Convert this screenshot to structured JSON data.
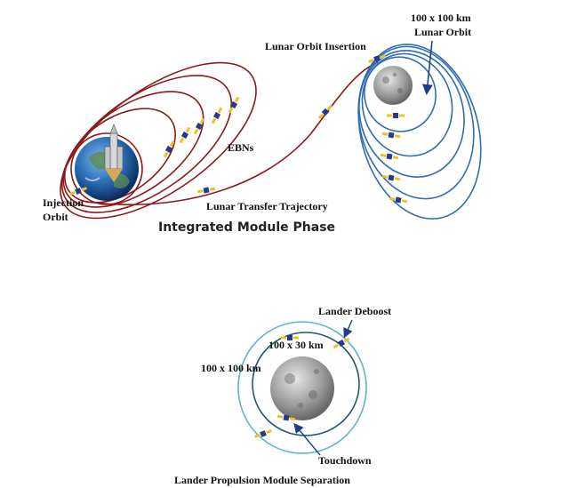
{
  "colors": {
    "earth_orbit": "#8b1a1a",
    "lunar_orbit": "#2e6db4",
    "transfer": "#8b1a1a",
    "circular_orbit": "#5fb4c8",
    "descent_orbit": "#1f5a6b",
    "spacecraft_panel": "#f0c020",
    "spacecraft_body": "#2a3a8a"
  },
  "icons": [
    "earth-icon",
    "moon-icon",
    "rocket-icon",
    "spacecraft-icon",
    "arrow-icon"
  ],
  "top": {
    "phase_title": "Integrated Module Phase",
    "labels": {
      "injection_line1": "Injection",
      "injection_line2": "Orbit",
      "ebns": "EBNs",
      "lunar_transfer": "Lunar Transfer Trajectory",
      "loi": "Lunar Orbit Insertion",
      "lunar_orbit_line1": "100 x 100 km",
      "lunar_orbit_line2": "Lunar Orbit"
    }
  },
  "bottom": {
    "labels": {
      "deboost": "Lander Deboost",
      "orbit_100x30": "100 x 30 km",
      "orbit_100x100": "100 x 100 km",
      "touchdown": "Touchdown",
      "separation": "Lander Propulsion Module Separation"
    }
  }
}
